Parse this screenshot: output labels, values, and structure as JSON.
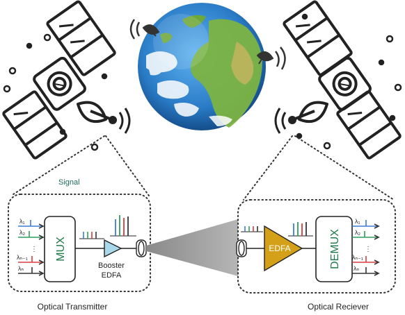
{
  "labels": {
    "signal": "Signal",
    "mux": "MUX",
    "demux": "DEMUX",
    "booster_line1": "Booster",
    "booster_line2": "EDFA",
    "edfa": "EDFA",
    "tx_caption": "Optical Transmitter",
    "rx_caption": "Optical Reciever"
  },
  "tx_inputs": [
    {
      "label": "λ₁",
      "color": "#3b7dd8"
    },
    {
      "label": "λ₂",
      "color": "#2e9e5a"
    },
    {
      "label": "λₙ₋₁",
      "color": "#d93a3a"
    },
    {
      "label": "λₙ",
      "color": "#333333"
    }
  ],
  "rx_outputs": [
    {
      "label": "λ₁",
      "color": "#3b7dd8"
    },
    {
      "label": "λ₂",
      "color": "#2e9e5a"
    },
    {
      "label": "λₙ₋₁",
      "color": "#d93a3a"
    },
    {
      "label": "λₙ",
      "color": "#333333"
    }
  ],
  "colors": {
    "signal_text": "#1e6b5c",
    "mux_text": "#1e7a4a",
    "demux_text": "#1e7a4a",
    "booster_fill": "#a9d8e8",
    "edfa_fill": "#d4a017",
    "beam": "#9a9a9a",
    "ocean": "#2a7cc7",
    "land": "#7cb342"
  },
  "icons": {
    "left_satellite": "satellite-icon",
    "right_satellite": "satellite-icon",
    "earth": "earth-globe-icon",
    "ground_station_left": "ground-antenna-icon",
    "ground_station_right": "ground-antenna-icon"
  }
}
